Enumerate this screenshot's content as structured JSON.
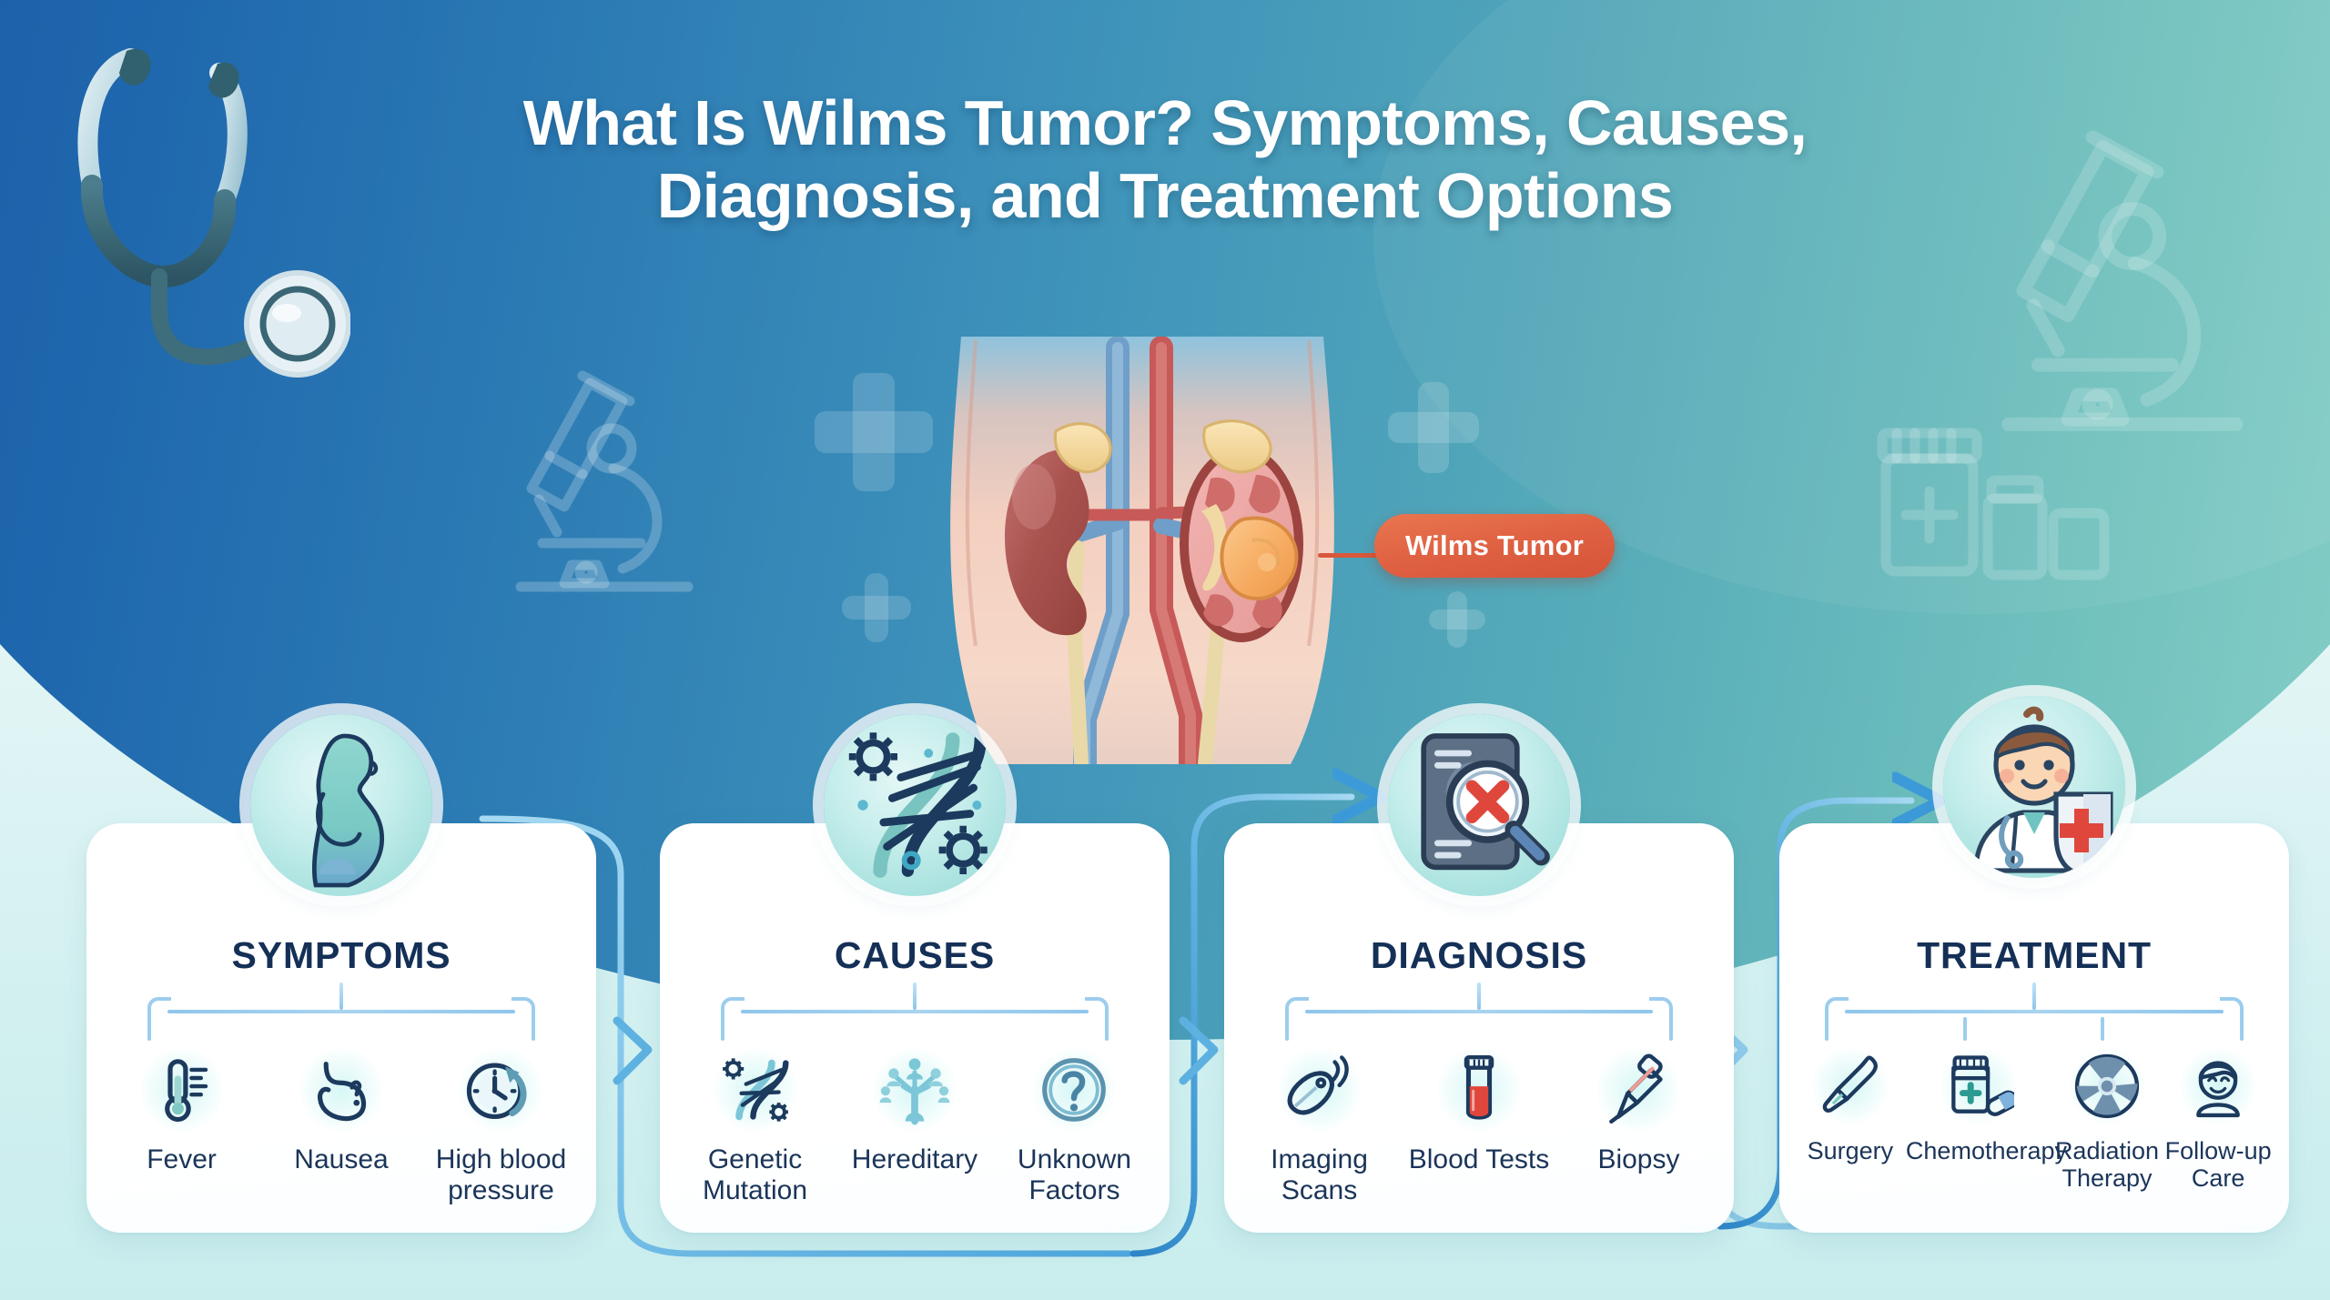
{
  "header": {
    "title_line1": "What Is Wilms Tumor? Symptoms, Causes,",
    "title_line2": "Diagnosis, and Treatment Options",
    "gradient_start": "#1a5ba6",
    "gradient_end": "#8fd3cb"
  },
  "illustration": {
    "name": "kidney-anatomy-diagram",
    "tumor_label": "Wilms Tumor",
    "tumor_label_color": "#de5f41"
  },
  "colors": {
    "card_background": "#ffffff",
    "heading": "#153057",
    "label": "#1b3559",
    "flow_line": "#3d9ad8",
    "accent_teal": "#9ddbd8",
    "page_background": "#d2f0f0"
  },
  "cards": [
    {
      "id": "symptoms",
      "heading": "SYMPTOMS",
      "icon": "pregnant-child-silhouette-icon",
      "items": [
        {
          "label": "Fever",
          "icon": "thermometer-icon"
        },
        {
          "label": "Nausea",
          "icon": "stomach-question-icon"
        },
        {
          "label": "High blood pressure",
          "icon": "clock-arrow-icon"
        }
      ]
    },
    {
      "id": "causes",
      "heading": "CAUSES",
      "icon": "dna-gears-icon",
      "items": [
        {
          "label": "Genetic Mutation",
          "icon": "dna-gear-icon"
        },
        {
          "label": "Hereditary",
          "icon": "family-tree-icon"
        },
        {
          "label": "Unknown Factors",
          "icon": "question-circle-icon"
        }
      ]
    },
    {
      "id": "diagnosis",
      "heading": "DIAGNOSIS",
      "icon": "scan-magnifier-x-icon",
      "items": [
        {
          "label": "Imaging Scans",
          "icon": "ultrasound-probe-icon"
        },
        {
          "label": "Blood Tests",
          "icon": "test-tube-icon"
        },
        {
          "label": "Biopsy",
          "icon": "biopsy-needle-icon"
        }
      ]
    },
    {
      "id": "treatment",
      "heading": "TREATMENT",
      "icon": "doctor-shield-cross-icon",
      "items": [
        {
          "label": "Surgery",
          "icon": "scalpel-icon"
        },
        {
          "label": "Chemotherapy",
          "icon": "pill-bottle-icon"
        },
        {
          "label": "Radiation Therapy",
          "icon": "radiation-symbol-icon"
        },
        {
          "label": "Follow-up Care",
          "icon": "smiling-child-icon"
        }
      ]
    }
  ],
  "decorations": [
    "stethoscope-icon",
    "microscope-icon",
    "microscope-icon",
    "pill-bottle-icon",
    "medicine-vial-icon",
    "medical-cross-icon"
  ]
}
